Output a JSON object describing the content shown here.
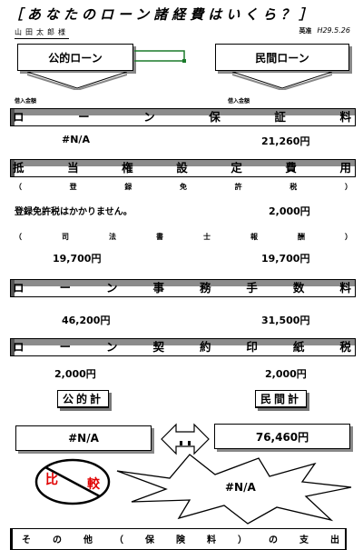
{
  "title": "［あなたのローン諸経費はいくら？］",
  "customer_name": "山田太郎様",
  "stamp": "🔴",
  "stamp_text": "英准",
  "date": "H29.5.26",
  "headers": {
    "public_loan": "公的ローン",
    "private_loan": "民間ローン"
  },
  "borrow_label": "借入金額",
  "rows": {
    "guarantee": {
      "chars": [
        "ロ",
        "ー",
        "ン",
        "保",
        "証",
        "料"
      ],
      "public": "#N/A",
      "private": "21,260円"
    },
    "mortgage": {
      "chars": [
        "抵",
        "当",
        "権",
        "設",
        "定",
        "費",
        "用"
      ]
    },
    "registration_paren": [
      "（",
      "登",
      "録",
      "免",
      "許",
      "税",
      "）"
    ],
    "registration_note": "登録免許税はかかりません。",
    "registration_private": "2,000円",
    "scrivener_paren": [
      "（",
      "司",
      "法",
      "書",
      "士",
      "報",
      "酬",
      "）"
    ],
    "scrivener_public": "19,700円",
    "scrivener_private": "19,700円",
    "office_fee": {
      "chars": [
        "ロ",
        "ー",
        "ン",
        "事",
        "務",
        "手",
        "数",
        "料"
      ],
      "public": "46,200円",
      "private": "31,500円"
    },
    "stamp_duty": {
      "chars": [
        "ロ",
        "ー",
        "ン",
        "契",
        "約",
        "印",
        "紙",
        "税"
      ],
      "public": "2,000円",
      "private": "2,000円"
    }
  },
  "totals": {
    "public_label": "公的計",
    "private_label": "民間計",
    "public_value": "#N/A",
    "private_value": "76,460円"
  },
  "compare": {
    "label_left": "比",
    "label_right": "較",
    "result": "#N/A"
  },
  "other_bar": [
    "そ",
    "の",
    "他",
    "（",
    "保",
    "険",
    "料",
    "）",
    "の",
    "支",
    "出"
  ]
}
